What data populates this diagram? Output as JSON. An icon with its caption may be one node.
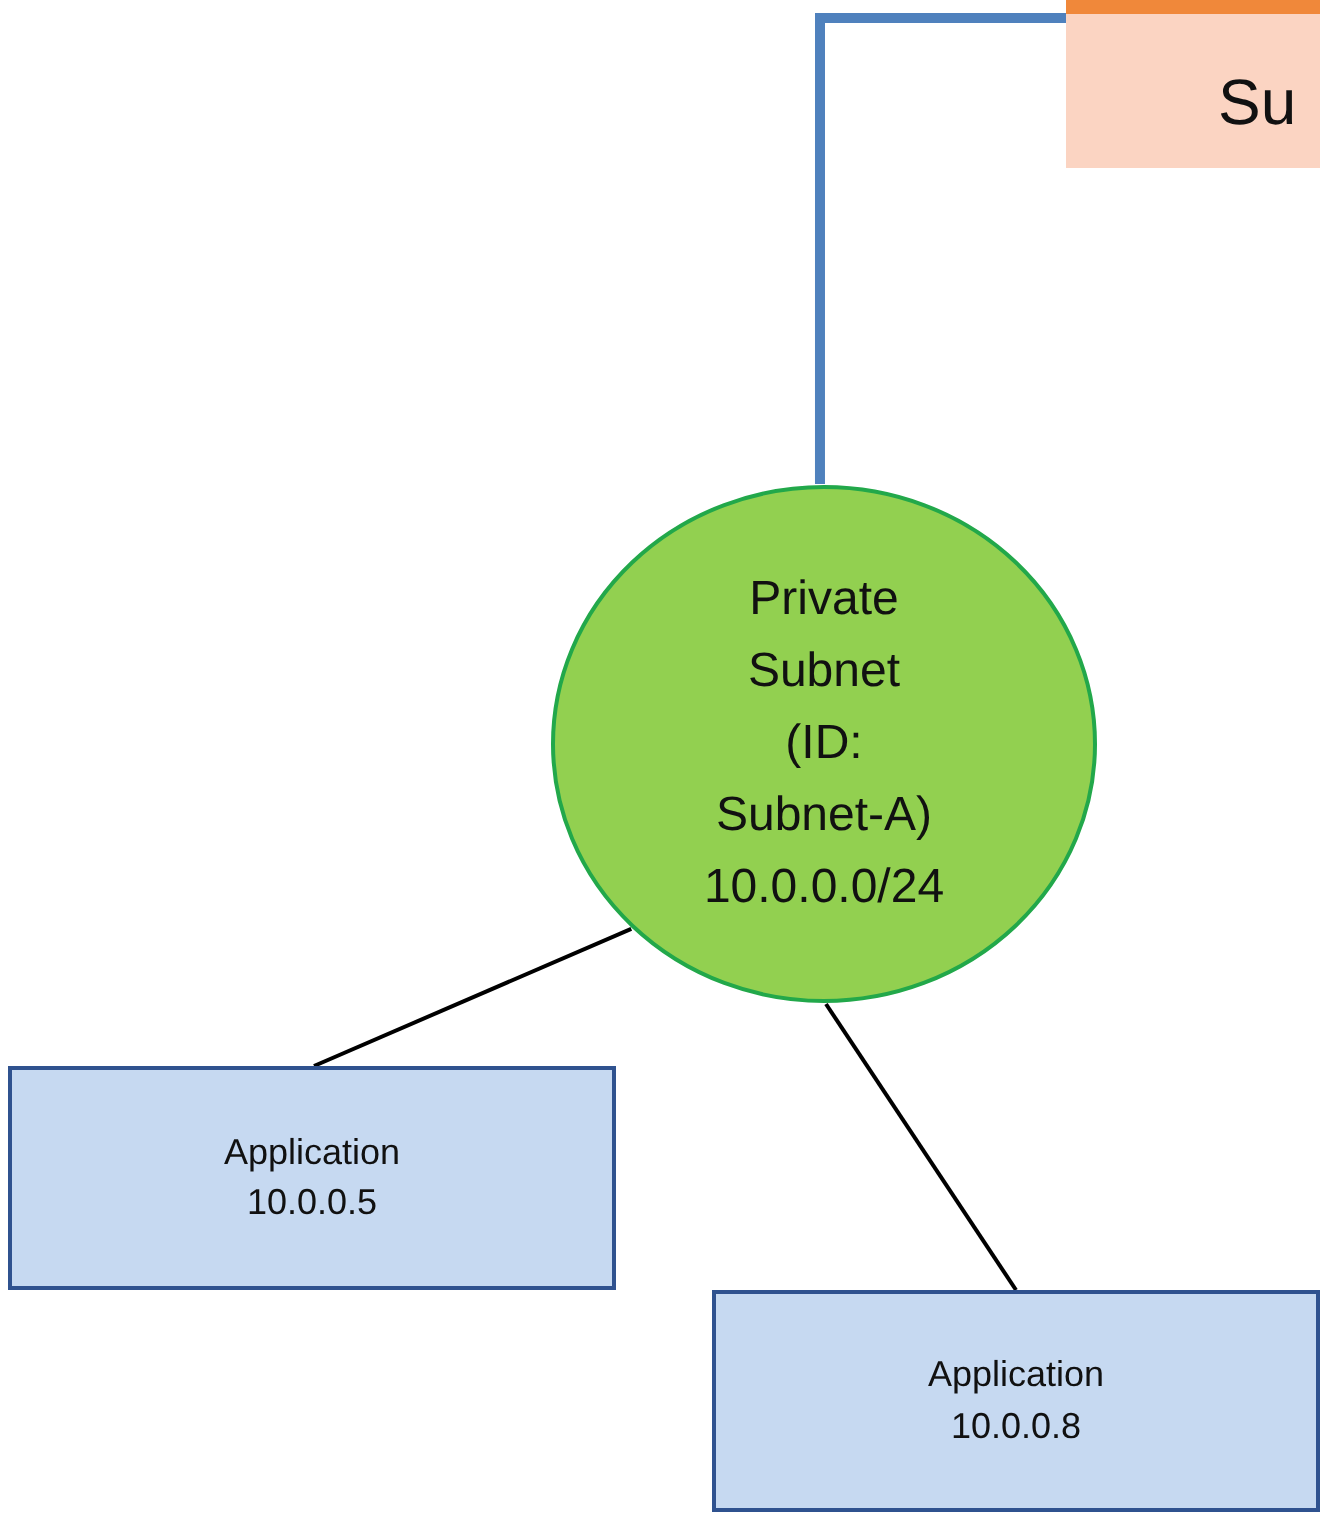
{
  "diagram": {
    "nodes": [
      {
        "text": [
          "Su"
        ]
      },
      {
        "text": [
          "Private Subnet (ID: Subnet-A) 10.0.0.0/24"
        ]
      },
      {
        "text": [
          "Application 10.0.0.5"
        ]
      },
      {
        "text": [
          "Application 10.0.0.8"
        ]
      }
    ],
    "edges": [
      {
        "from": 1,
        "to": 0,
        "arrow": "none",
        "style": "thick",
        "color": "#4f81bd"
      },
      {
        "from": 1,
        "to": 2,
        "arrow": "none"
      },
      {
        "from": 1,
        "to": 3,
        "arrow": "none"
      }
    ]
  }
}
